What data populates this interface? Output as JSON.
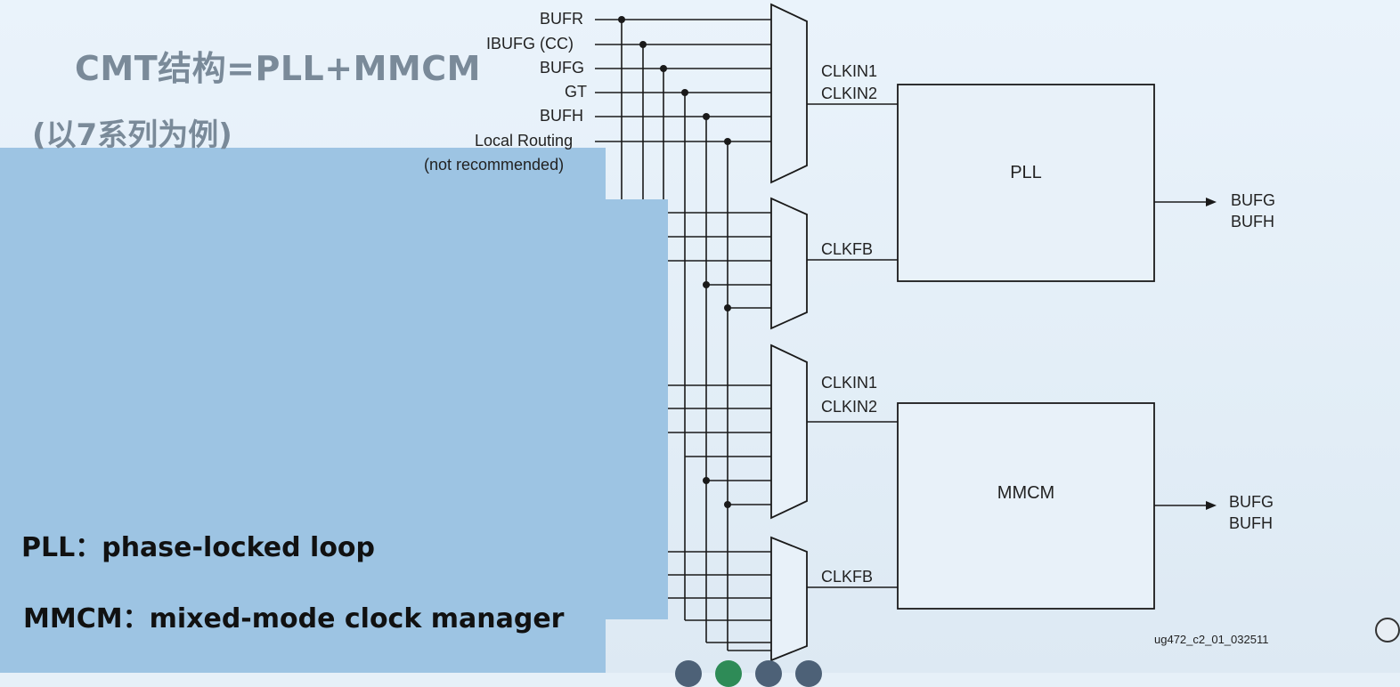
{
  "slide": {
    "title": "CMT结构=PLL+MMCM",
    "subtitle": "(以7系列为例)",
    "definitions": {
      "pll": "PLL：phase-locked loop",
      "mmcm": "MMCM：mixed-mode clock manager"
    }
  },
  "diagram": {
    "sources": [
      "BUFR",
      "IBUFG (CC)",
      "BUFG",
      "GT",
      "BUFH",
      "Local Routing",
      "(not recommended)"
    ],
    "pll": {
      "label": "PLL",
      "pins": {
        "clkin1": "CLKIN1",
        "clkin2": "CLKIN2",
        "clkfb": "CLKFB"
      },
      "outputs": [
        "BUFG",
        "BUFH"
      ]
    },
    "mmcm": {
      "label": "MMCM",
      "pins": {
        "clkin1": "CLKIN1",
        "clkin2": "CLKIN2",
        "clkfb": "CLKFB"
      },
      "outputs": [
        "BUFG",
        "BUFH"
      ]
    },
    "figure_id": "ug472_c2_01_032511"
  },
  "colors": {
    "background": "#e6f0f8",
    "overlay_panel": "#9dc4e3",
    "title_gray": "#7a8a99",
    "line": "#1a1a1a",
    "nav_green": "#2e8b57",
    "nav_gray": "#4d6177"
  }
}
